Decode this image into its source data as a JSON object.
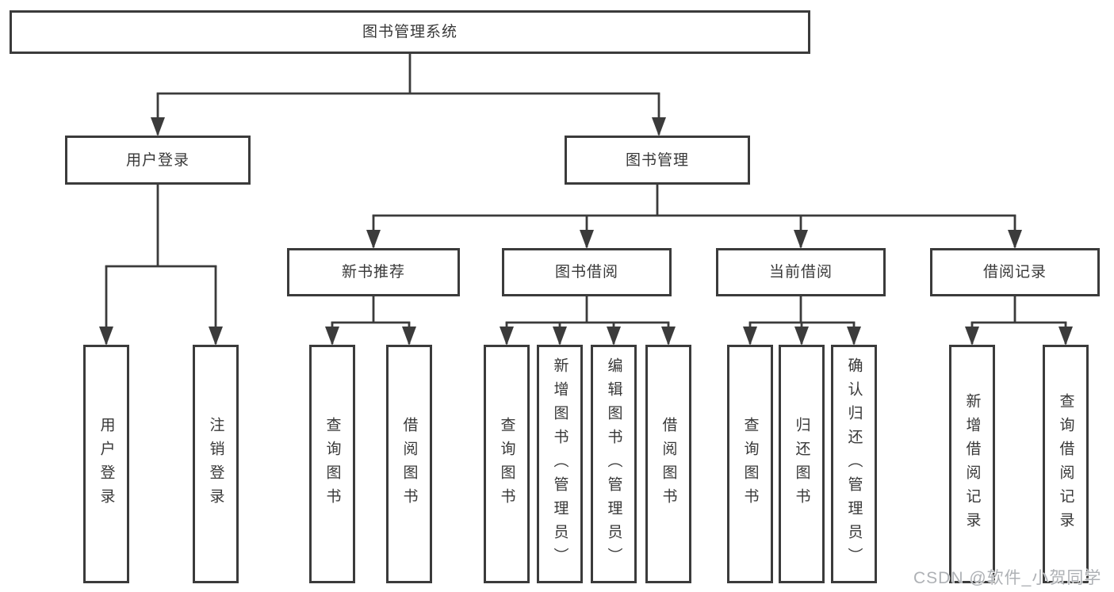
{
  "diagram_type": "tree",
  "colors": {
    "line": "#3b3b3b",
    "box_border": "#3b3b3b",
    "text": "#383838",
    "background": "#ffffff",
    "watermark": "#aeb1b5"
  },
  "tree": {
    "root": {
      "label": "图书管理系统",
      "children": [
        {
          "label": "用户登录",
          "children": [
            {
              "label": "用户登录"
            },
            {
              "label": "注销登录"
            }
          ]
        },
        {
          "label": "图书管理",
          "children": [
            {
              "label": "新书推荐",
              "children": [
                {
                  "label": "查询图书"
                },
                {
                  "label": "借阅图书"
                }
              ]
            },
            {
              "label": "图书借阅",
              "children": [
                {
                  "label": "查询图书"
                },
                {
                  "label": "新增图书（管理员）"
                },
                {
                  "label": "编辑图书（管理员）"
                },
                {
                  "label": "借阅图书"
                }
              ]
            },
            {
              "label": "当前借阅",
              "children": [
                {
                  "label": "查询图书"
                },
                {
                  "label": "归还图书"
                },
                {
                  "label": "确认归还（管理员）"
                }
              ]
            },
            {
              "label": "借阅记录",
              "children": [
                {
                  "label": "新增借阅记录"
                },
                {
                  "label": "查询借阅记录"
                }
              ]
            }
          ]
        }
      ]
    }
  },
  "watermark": {
    "text": "CSDN @软件_小贺同学"
  }
}
